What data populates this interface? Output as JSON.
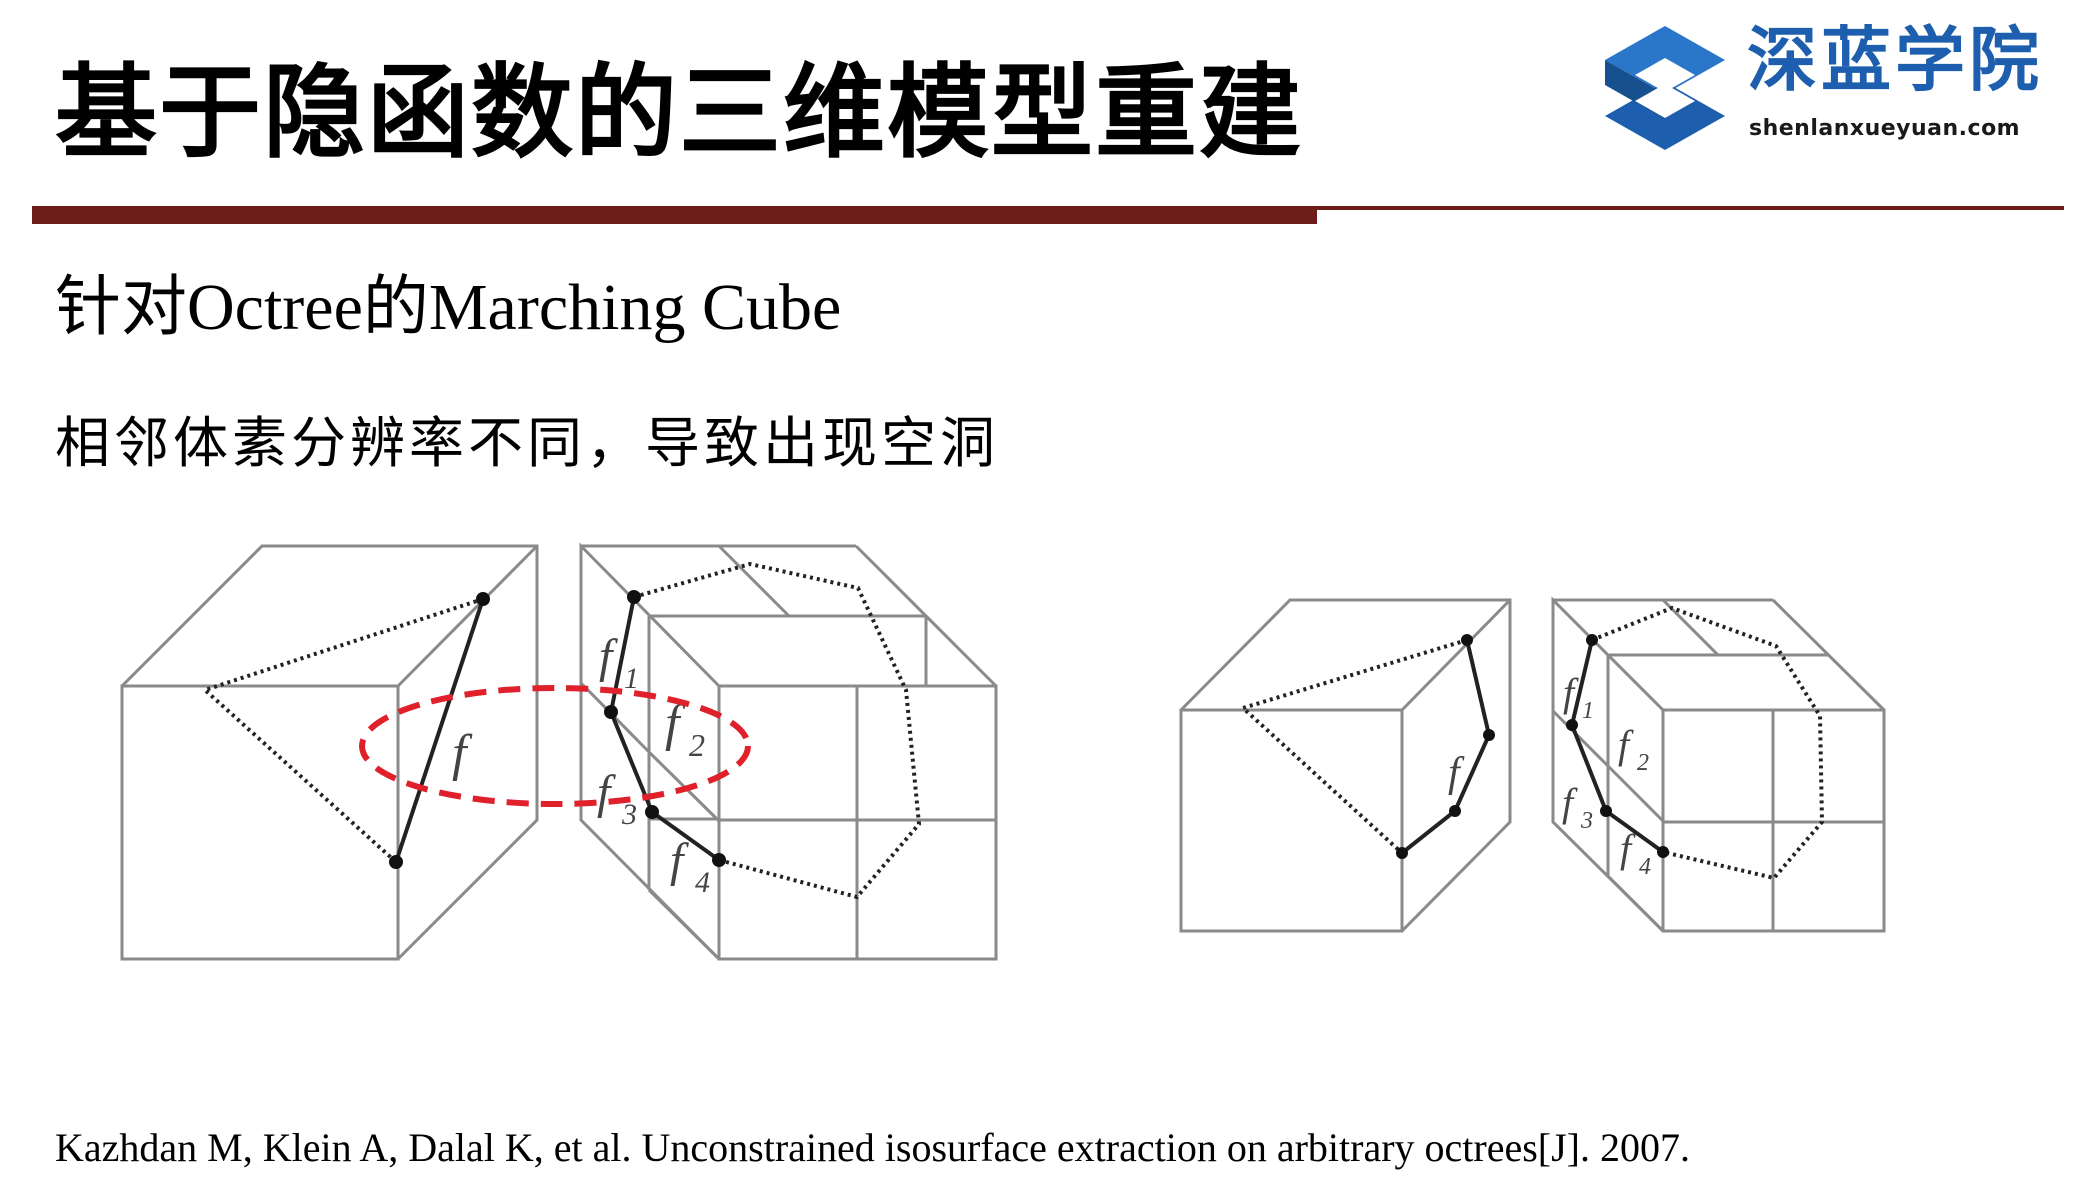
{
  "header": {
    "title": "基于隐函数的三维模型重建",
    "logo": {
      "name": "深蓝学院",
      "url": "shenlanxueyuan.com",
      "brand_color": "#1d5fae"
    },
    "rule_color": "#6e1e1a"
  },
  "content": {
    "subtitle": "针对Octree的Marching Cube",
    "description": "相邻体素分辨率不同，导致出现空洞",
    "citation": "Kazhdan M, Klein A, Dalal K, et al. Unconstrained isosurface extraction on arbitrary octrees[J]. 2007."
  },
  "figure": {
    "highlight_color": "#e0202a",
    "left_pair": {
      "single_label": "f",
      "octree_labels": [
        "f",
        "1",
        "f",
        "2",
        "f",
        "3",
        "f",
        "4"
      ]
    },
    "right_pair": {
      "single_label": "f",
      "octree_labels": [
        "f",
        "1",
        "f",
        "2",
        "f",
        "3",
        "f",
        "4"
      ]
    }
  }
}
